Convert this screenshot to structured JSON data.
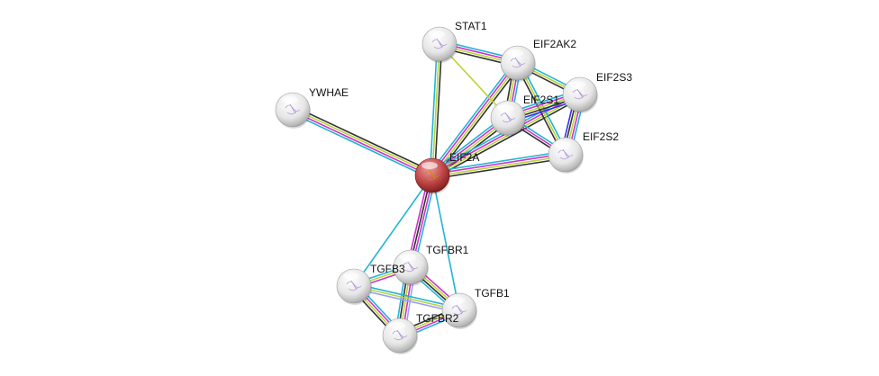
{
  "colors": {
    "database": "#22b4d6",
    "experiments": "#cc33cc",
    "textmining": "#b9d43a",
    "coexpression": "#333333",
    "cooccurrence": "#3333ee",
    "homology": "#9d9dff",
    "query_node": "#b83a3a",
    "node": "#e8e8e8"
  },
  "nodes": [
    {
      "id": "EIF2A",
      "label": "EIF2A",
      "query": true
    },
    {
      "id": "STAT1",
      "label": "STAT1"
    },
    {
      "id": "EIF2AK2",
      "label": "EIF2AK2"
    },
    {
      "id": "EIF2S3",
      "label": "EIF2S3"
    },
    {
      "id": "EIF2S1",
      "label": "EIF2S1"
    },
    {
      "id": "EIF2S2",
      "label": "EIF2S2"
    },
    {
      "id": "YWHAE",
      "label": "YWHAE"
    },
    {
      "id": "TGFBR1",
      "label": "TGFBR1"
    },
    {
      "id": "TGFB3",
      "label": "TGFB3"
    },
    {
      "id": "TGFB1",
      "label": "TGFB1"
    },
    {
      "id": "TGFBR2",
      "label": "TGFBR2"
    }
  ],
  "edges": [
    {
      "s": "EIF2A",
      "t": "STAT1",
      "ev": [
        "database",
        "textmining",
        "coexpression"
      ]
    },
    {
      "s": "EIF2A",
      "t": "EIF2AK2",
      "ev": [
        "database",
        "experiments",
        "textmining",
        "coexpression"
      ]
    },
    {
      "s": "EIF2A",
      "t": "EIF2S1",
      "ev": [
        "database",
        "experiments",
        "textmining",
        "coexpression"
      ]
    },
    {
      "s": "EIF2A",
      "t": "EIF2S3",
      "ev": [
        "database",
        "experiments",
        "textmining",
        "coexpression"
      ]
    },
    {
      "s": "EIF2A",
      "t": "EIF2S2",
      "ev": [
        "database",
        "experiments",
        "textmining",
        "coexpression"
      ]
    },
    {
      "s": "EIF2A",
      "t": "YWHAE",
      "ev": [
        "database",
        "experiments",
        "textmining",
        "coexpression"
      ]
    },
    {
      "s": "EIF2A",
      "t": "TGFBR1",
      "ev": [
        "database",
        "experiments",
        "coexpression",
        "experiments"
      ]
    },
    {
      "s": "EIF2A",
      "t": "TGFB3",
      "ev": [
        "database"
      ]
    },
    {
      "s": "EIF2A",
      "t": "TGFB1",
      "ev": [
        "database"
      ]
    },
    {
      "s": "STAT1",
      "t": "EIF2AK2",
      "ev": [
        "database",
        "experiments",
        "textmining",
        "coexpression"
      ]
    },
    {
      "s": "STAT1",
      "t": "EIF2S1",
      "ev": [
        "textmining"
      ]
    },
    {
      "s": "EIF2AK2",
      "t": "EIF2S1",
      "ev": [
        "database",
        "experiments",
        "textmining",
        "coexpression"
      ]
    },
    {
      "s": "EIF2AK2",
      "t": "EIF2S3",
      "ev": [
        "database",
        "textmining",
        "coexpression"
      ]
    },
    {
      "s": "EIF2AK2",
      "t": "EIF2S2",
      "ev": [
        "database",
        "textmining",
        "coexpression"
      ]
    },
    {
      "s": "EIF2S1",
      "t": "EIF2S3",
      "ev": [
        "database",
        "experiments",
        "textmining",
        "coexpression",
        "cooccurrence"
      ]
    },
    {
      "s": "EIF2S1",
      "t": "EIF2S2",
      "ev": [
        "database",
        "experiments",
        "coexpression"
      ]
    },
    {
      "s": "EIF2S3",
      "t": "EIF2S2",
      "ev": [
        "database",
        "experiments",
        "textmining",
        "coexpression",
        "cooccurrence"
      ]
    },
    {
      "s": "TGFBR1",
      "t": "TGFB3",
      "ev": [
        "experiments",
        "textmining",
        "database"
      ]
    },
    {
      "s": "TGFBR1",
      "t": "TGFB1",
      "ev": [
        "experiments",
        "textmining",
        "coexpression",
        "database"
      ]
    },
    {
      "s": "TGFBR1",
      "t": "TGFBR2",
      "ev": [
        "homology",
        "experiments",
        "textmining",
        "coexpression",
        "database"
      ]
    },
    {
      "s": "TGFB3",
      "t": "TGFB1",
      "ev": [
        "database",
        "textmining",
        "homology"
      ]
    },
    {
      "s": "TGFB3",
      "t": "TGFBR2",
      "ev": [
        "database",
        "experiments",
        "textmining",
        "coexpression"
      ]
    },
    {
      "s": "TGFB1",
      "t": "TGFBR2",
      "ev": [
        "database",
        "experiments",
        "textmining",
        "coexpression"
      ]
    }
  ]
}
